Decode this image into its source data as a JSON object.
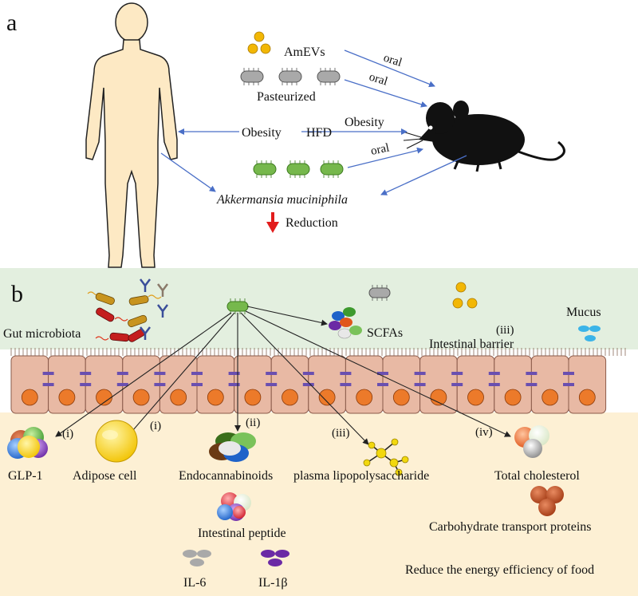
{
  "panel_a": {
    "letter": "a",
    "labels": {
      "amevs": "AmEVs",
      "pasteurized": "Pasteurized",
      "obesity_left": "Obesity",
      "hfd": "HFD",
      "obesity_right": "Obesity",
      "oral_1": "oral",
      "oral_2": "oral",
      "oral_3": "oral",
      "akkermansia": "Akkermansia muciniphila",
      "reduction": "Reduction"
    }
  },
  "panel_b": {
    "letter": "b",
    "labels": {
      "gut_microbiota": "Gut microbiota",
      "scfas": "SCFAs",
      "intestinal_barrier": "Intestinal barrier",
      "iii_top": "(iii)",
      "mucus": "Mucus",
      "i_1": "(i)",
      "i_2": "(i)",
      "ii": "(ii)",
      "iii": "(iii)",
      "iv": "(iv)",
      "glp1": "GLP-1",
      "adipose": "Adipose cell",
      "endocannabinoids": "Endocannabinoids",
      "lps": "plasma lipopolysaccharide",
      "cholesterol": "Total cholesterol",
      "carbohydrate": "Carbohydrate transport proteins",
      "peptide": "Intestinal peptide",
      "il6": "IL-6",
      "il1b": "IL-1β",
      "reduce": "Reduce the energy efficiency of food"
    }
  },
  "colors": {
    "arrow_blue": "#4a6fc7",
    "reduction_red": "#e21c1c",
    "body_fill": "#fde9c4",
    "lumen_green": "#e3efdf",
    "epithelium": "#e8b9a4",
    "nucleus": "#ec7a2a",
    "junction": "#6a4fb0",
    "lower_bg": "#fdf0d4",
    "bacteria_green": "#76b84c",
    "bacteria_gray": "#a9a9a9",
    "gold": "#f2b705",
    "mucus_blue": "#3bb4e8"
  }
}
